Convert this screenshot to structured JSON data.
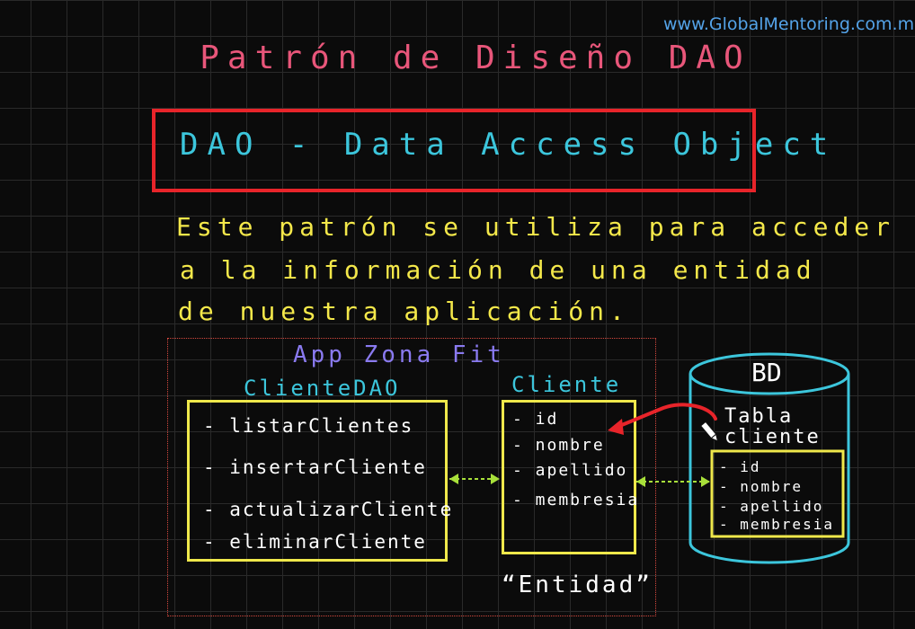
{
  "watermark": "www.GlobalMentoring.com.m",
  "title": "Patrón de Diseño DAO",
  "dao_heading": "DAO - Data Access Object",
  "paragraph": {
    "line1": "Este patrón se utiliza para acceder",
    "line2": "a la información de una entidad",
    "line3": "de nuestra aplicación."
  },
  "diagram": {
    "app_title": "App Zona Fit",
    "dao_class": {
      "label": "ClienteDAO",
      "methods": [
        "- listarClientes",
        "- insertarCliente",
        "- actualizarCliente",
        "- eliminarCliente"
      ]
    },
    "entity_class": {
      "label": "Cliente",
      "fields": [
        "- id",
        "- nombre",
        "- apellido",
        "- membresia"
      ],
      "caption": "“Entidad”"
    },
    "database": {
      "label": "BD",
      "table_line1": "Tabla",
      "table_line2": "cliente",
      "fields": [
        "- id",
        "- nombre",
        "- apellido",
        "- membresia"
      ]
    }
  },
  "colors": {
    "title": "#e8567a",
    "heading_border": "#e8242a",
    "heading_text": "#3cc6dc",
    "paragraph": "#f4e84a",
    "app_title": "#8a7af0",
    "box_border": "#efe84b",
    "cylinder": "#3cc6dc",
    "connector": "#a8e03a",
    "mapping_arrow": "#e8242a"
  }
}
